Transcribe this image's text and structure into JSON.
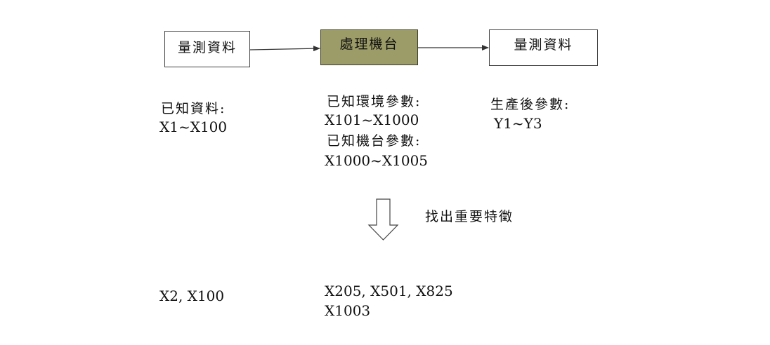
{
  "flow": {
    "input_box": "量測資料",
    "process_box": "處理機台",
    "output_box": "量測資料"
  },
  "inputs": {
    "label": "已知資料:",
    "range": "X1~X100"
  },
  "process_params": {
    "env_label": "已知環境參數:",
    "env_range": "X101~X1000",
    "machine_label": "已知機台參數:",
    "machine_range": "X1000~X1005"
  },
  "outputs": {
    "label": "生產後參數:",
    "range": "Y1~Y3"
  },
  "step": {
    "label": "找出重要特徵"
  },
  "results": {
    "inputs": "X2, X100",
    "process_line1": "X205, X501, X825",
    "process_line2": "X1003"
  }
}
